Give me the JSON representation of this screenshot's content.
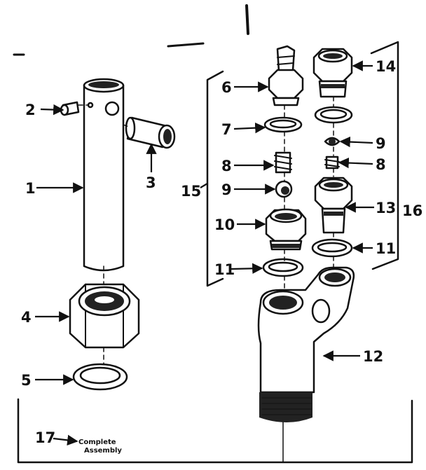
{
  "labels": {
    "p1": "1",
    "p2": "2",
    "p3": "3",
    "p4": "4",
    "p5": "5",
    "p6": "6",
    "p7": "7",
    "p8a": "8",
    "p8b": "8",
    "p9a": "9",
    "p9b": "9",
    "p10": "10",
    "p11a": "11",
    "p11b": "11",
    "p12": "12",
    "p13": "13",
    "p14": "14",
    "p15": "15",
    "p16": "16",
    "p17": "17"
  },
  "callout": {
    "line1": "Complete",
    "line2": "Assembly"
  }
}
